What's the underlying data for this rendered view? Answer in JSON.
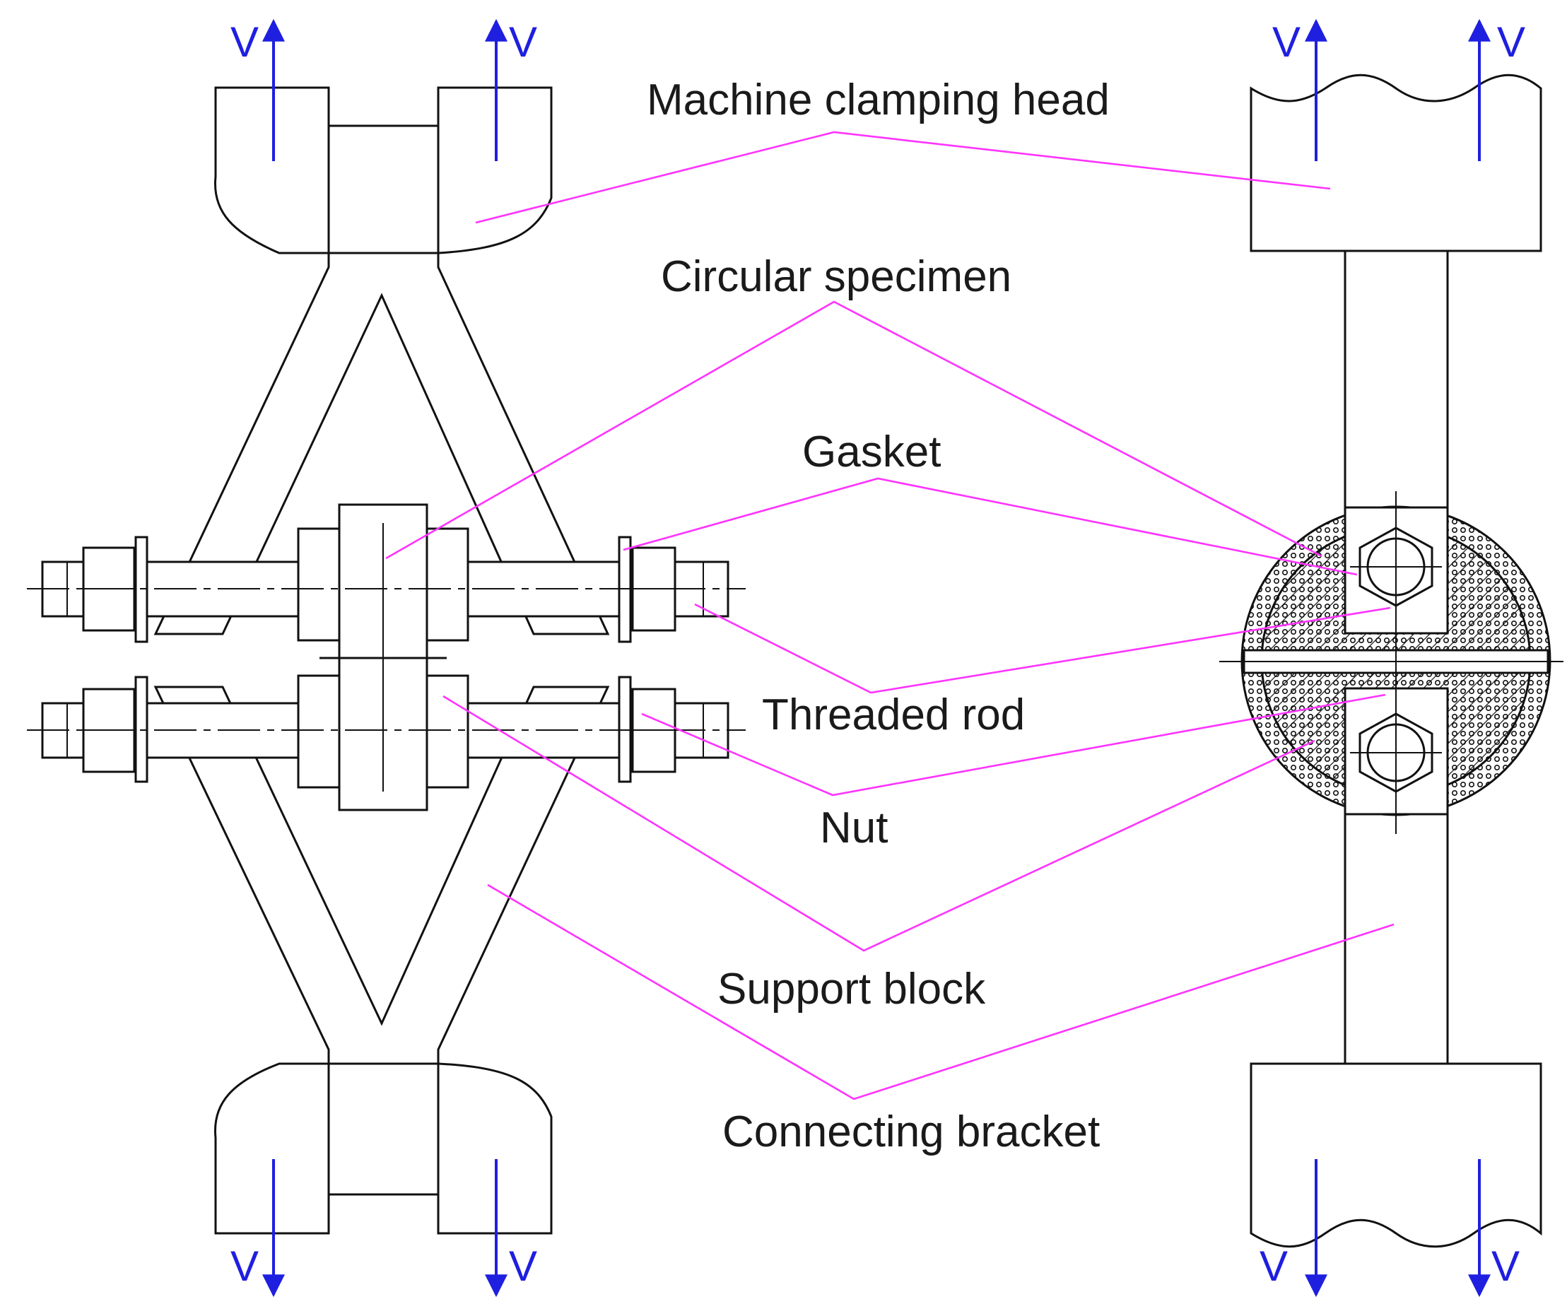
{
  "colors": {
    "leader": "#ff33ff",
    "arrow": "#1f1fe0",
    "outline": "#111111"
  },
  "labels": {
    "machine_clamping_head": "Machine clamping head",
    "circular_specimen": "Circular specimen",
    "gasket": "Gasket",
    "threaded_rod": "Threaded rod",
    "nut": "Nut",
    "support_block": "Support block",
    "connecting_bracket": "Connecting bracket"
  },
  "load_symbol": "V"
}
